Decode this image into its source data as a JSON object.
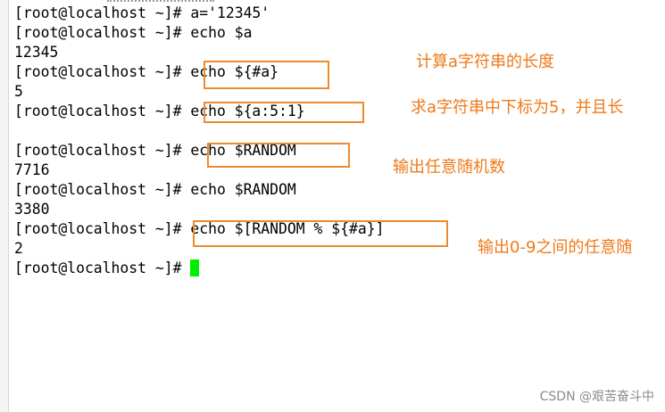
{
  "terminal": {
    "lines": [
      "[root@localhost ~]# a='12345'",
      "[root@localhost ~]# echo $a",
      "12345",
      "[root@localhost ~]# echo ${#a}",
      "5",
      "[root@localhost ~]# echo ${a:5:1}",
      "",
      "[root@localhost ~]# echo $RANDOM",
      "7716",
      "[root@localhost ~]# echo $RANDOM",
      "3380",
      "[root@localhost ~]# echo $[RANDOM % ${#a}]",
      "2",
      "[root@localhost ~]# "
    ]
  },
  "annotations": {
    "length": "计算a字符串的长度",
    "substring": "求a字符串中下标为5，并且长",
    "random": "输出任意随机数",
    "range": "输出0-9之间的任意随"
  },
  "watermark": "CSDN @艰苦奋斗中",
  "colors": {
    "annotation": "#ee7a1a",
    "box": "#ee8a2d",
    "cursor": "#00ee00"
  }
}
